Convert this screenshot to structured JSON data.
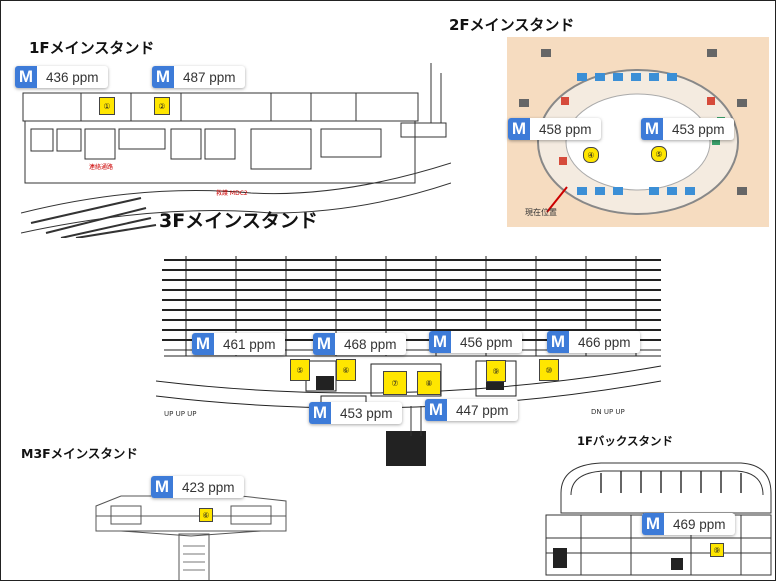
{
  "sections": {
    "f1_main": "1Fメインスタンド",
    "f2_main": "2Fメインスタンド",
    "f3_main": "3Fメインスタンド",
    "m3f_main": "M3Fメインスタンド",
    "f1_back": "1Fバックスタンド"
  },
  "marker_letter": "M",
  "readings": {
    "f1_a": "436 ppm",
    "f1_b": "487 ppm",
    "f2_a": "458 ppm",
    "f2_b": "453 ppm",
    "f3_a": "461 ppm",
    "f3_b": "468 ppm",
    "f3_c": "456 ppm",
    "f3_d": "466 ppm",
    "f3_e": "453 ppm",
    "f3_f": "447 ppm",
    "m3f_a": "423 ppm",
    "f1b_a": "469 ppm"
  },
  "spots": {
    "f1": [
      "①",
      "②"
    ],
    "f2": [
      "④",
      "⑤"
    ],
    "f3": [
      "⑤",
      "⑥",
      "⑦",
      "⑧",
      "⑨",
      "⑩"
    ],
    "m3f": [
      "⑥"
    ],
    "f1b": [
      "⑨"
    ]
  },
  "colors": {
    "marker": "#3d7bd8",
    "spot": "#ffe600",
    "plan_2f_bg": "#f6dcc0"
  }
}
